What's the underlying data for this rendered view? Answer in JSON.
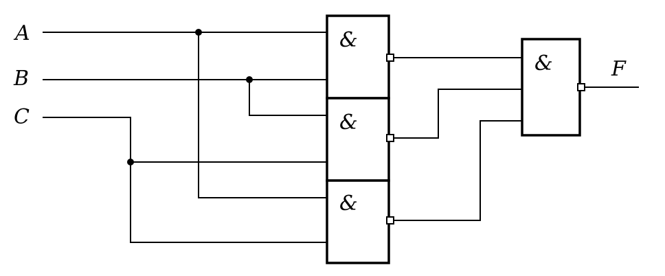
{
  "inputs": {
    "a": "A",
    "b": "B",
    "c": "C"
  },
  "output": "F",
  "gates": {
    "nand1": "&",
    "nand2": "&",
    "nand3": "&",
    "nand_out": "&"
  },
  "colors": {
    "ink": "#000000",
    "background": "#ffffff"
  }
}
